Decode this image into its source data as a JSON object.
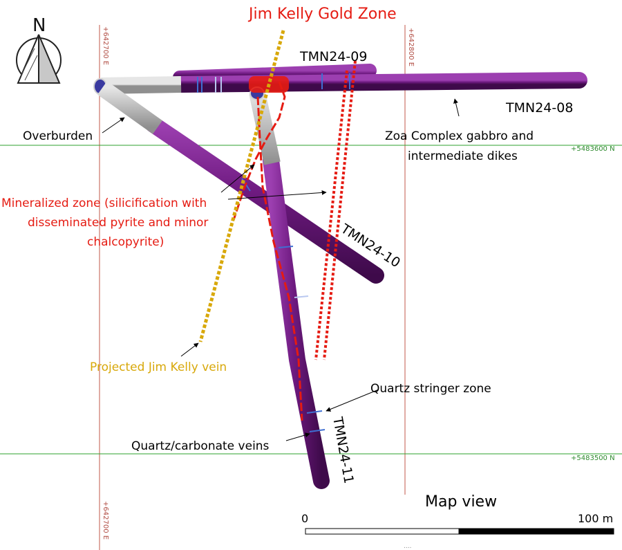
{
  "title": "Jim Kelly Gold Zone",
  "north_label": "N",
  "coordinates": {
    "easting_left": "+642700 E",
    "easting_right": "+642800 E",
    "northing_top": "+5483600 N",
    "northing_bottom": "+5483500 N"
  },
  "drillholes": [
    "TMN24-08",
    "TMN24-09",
    "TMN24-10",
    "TMN24-11"
  ],
  "annotations": {
    "overburden": "Overburden",
    "zoa_line1": "Zoa Complex gabbro and",
    "zoa_line2": "intermediate dikes",
    "mineralized_line1": "Mineralized zone (silicification with",
    "mineralized_line2": "disseminated pyrite and minor",
    "mineralized_line3": "chalcopyrite)",
    "projected_vein": "Projected Jim Kelly vein",
    "quartz_stringer": "Quartz stringer zone",
    "quartz_carbonate": "Quartz/carbonate veins"
  },
  "view_label": "Map view",
  "scale": {
    "start": "0",
    "end": "100 m"
  },
  "footer_mark": "....",
  "colors": {
    "drillhole": "#6e1a80",
    "overburden": "#b5b5b5",
    "mineralized": "#e51b12",
    "vein": "#d8a80a",
    "grid_easting": "#c0574a",
    "grid_northing": "#2ea02e",
    "vein_marker": "#3f6fd2"
  }
}
